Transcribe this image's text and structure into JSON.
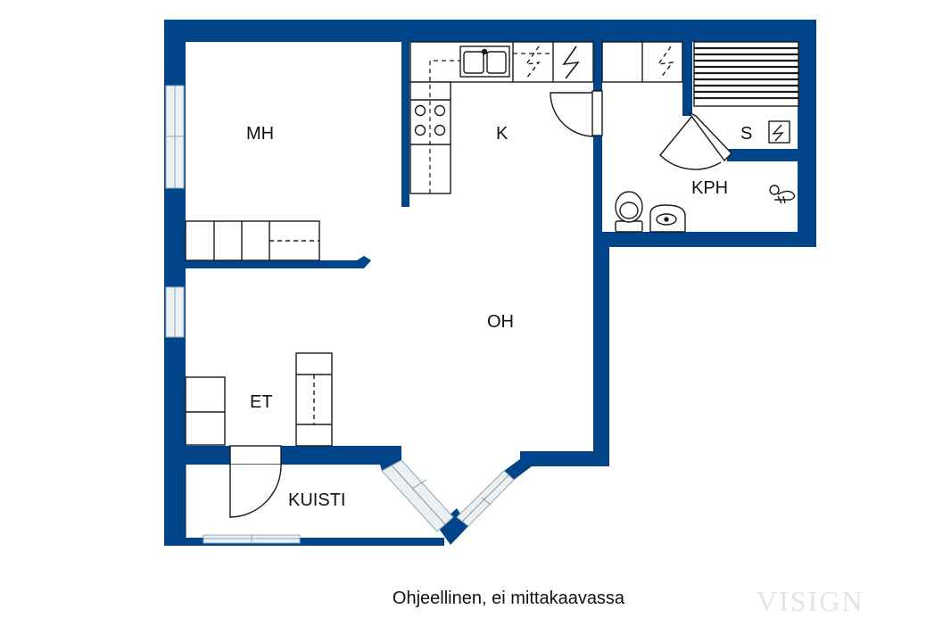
{
  "floorplan": {
    "colors": {
      "wall": "#00448a",
      "fixture_stroke": "#1a1a1a",
      "window_fill": "#dbe6ee",
      "background": "#ffffff"
    },
    "rooms": {
      "mh": "MH",
      "k": "K",
      "s": "S",
      "kph": "KPH",
      "oh": "OH",
      "et": "ET",
      "kuisti": "KUISTI"
    },
    "icons": [
      "sauna-stove-icon",
      "shower-icon",
      "toilet-icon",
      "washbasin-icon",
      "sink-icon",
      "stove-icon",
      "fridge-icon"
    ]
  },
  "caption": "Ohjeellinen, ei mittakaavassa",
  "watermark": "VISIGN"
}
